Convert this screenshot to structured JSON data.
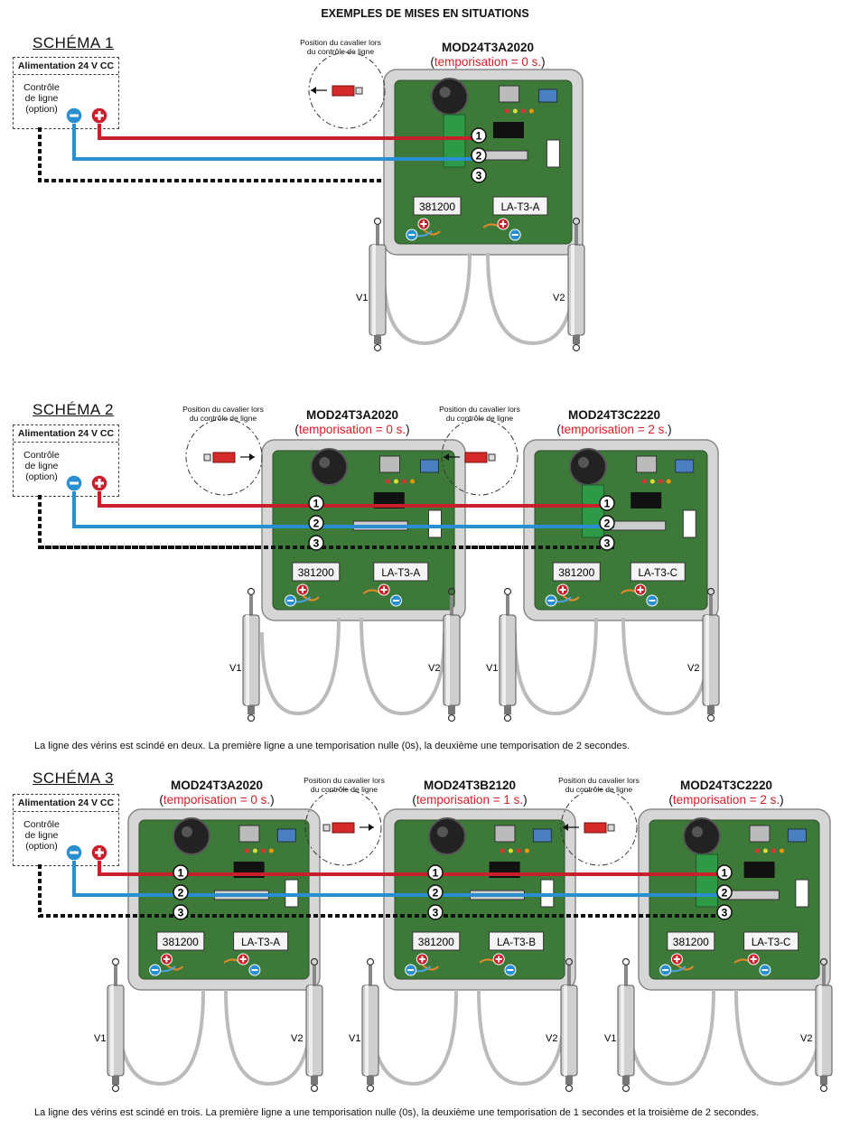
{
  "page_title": "EXEMPLES DE MISES EN SITUATIONS",
  "schemas": [
    {
      "title": "SCHÉMA 1",
      "psu_title": "Alimentation 24 V CC",
      "control_lines": [
        "Contrôle",
        "de ligne",
        "(option)"
      ],
      "modules": [
        {
          "model": "MOD24T3A2020",
          "tempo_open": "(",
          "tempo": "temporisation = 0 s.",
          "tempo_close": ")",
          "code": "381200",
          "label": "LA-T3-A"
        }
      ],
      "jumpers": [
        {
          "caption_1": "Position du cavalier lors",
          "caption_2": "du contrôle de ligne",
          "direction": "left"
        }
      ],
      "caption": ""
    },
    {
      "title": "SCHÉMA 2",
      "psu_title": "Alimentation 24 V CC",
      "control_lines": [
        "Contrôle",
        "de ligne",
        "(option)"
      ],
      "modules": [
        {
          "model": "MOD24T3A2020",
          "tempo_open": "(",
          "tempo": "temporisation = 0 s.",
          "tempo_close": ")",
          "code": "381200",
          "label": "LA-T3-A"
        },
        {
          "model": "MOD24T3C2220",
          "tempo_open": "(",
          "tempo": "temporisation = 2 s.",
          "tempo_close": ")",
          "code": "381200",
          "label": "LA-T3-C"
        }
      ],
      "jumpers": [
        {
          "caption_1": "Position du cavalier lors",
          "caption_2": "du contrôle de ligne",
          "direction": "right"
        },
        {
          "caption_1": "Position du cavalier lors",
          "caption_2": "du contrôle de ligne",
          "direction": "left"
        }
      ],
      "caption": "La ligne des vérins est scindé en deux. La première ligne a une temporisation nulle (0s), la deuxième une temporisation de 2 secondes."
    },
    {
      "title": "SCHÉMA 3",
      "psu_title": "Alimentation 24 V CC",
      "control_lines": [
        "Contrôle",
        "de ligne",
        "(option)"
      ],
      "modules": [
        {
          "model": "MOD24T3A2020",
          "tempo_open": "(",
          "tempo": "temporisation = 0 s.",
          "tempo_close": ")",
          "code": "381200",
          "label": "LA-T3-A"
        },
        {
          "model": "MOD24T3B2120",
          "tempo_open": "(",
          "tempo": "temporisation = 1 s.",
          "tempo_close": ")",
          "code": "381200",
          "label": "LA-T3-B"
        },
        {
          "model": "MOD24T3C2220",
          "tempo_open": "(",
          "tempo": "temporisation = 2 s.",
          "tempo_close": ")",
          "code": "381200",
          "label": "LA-T3-C"
        }
      ],
      "jumpers": [
        {
          "caption_1": "Position du cavalier lors",
          "caption_2": "du contrôle de ligne",
          "direction": "right"
        },
        {
          "caption_1": "Position du cavalier lors",
          "caption_2": "du contrôle de ligne",
          "direction": "left"
        }
      ],
      "caption": "La ligne des vérins est scindé en trois. La première ligne a une temporisation nulle (0s), la deuxième une temporisation de 1 secondes et la troisième de 2 secondes."
    }
  ],
  "terminal_numbers": [
    "1",
    "2",
    "3"
  ],
  "actuator_labels": [
    "V1",
    "V2"
  ],
  "colors": {
    "positive_wire": "#c8202a",
    "negative_wire": "#2a8fd0",
    "control_wire": "#111111",
    "temporisation_text": "#d2202a",
    "enclosure": "#d6d6d6",
    "pcb": "#3d7a3a"
  }
}
